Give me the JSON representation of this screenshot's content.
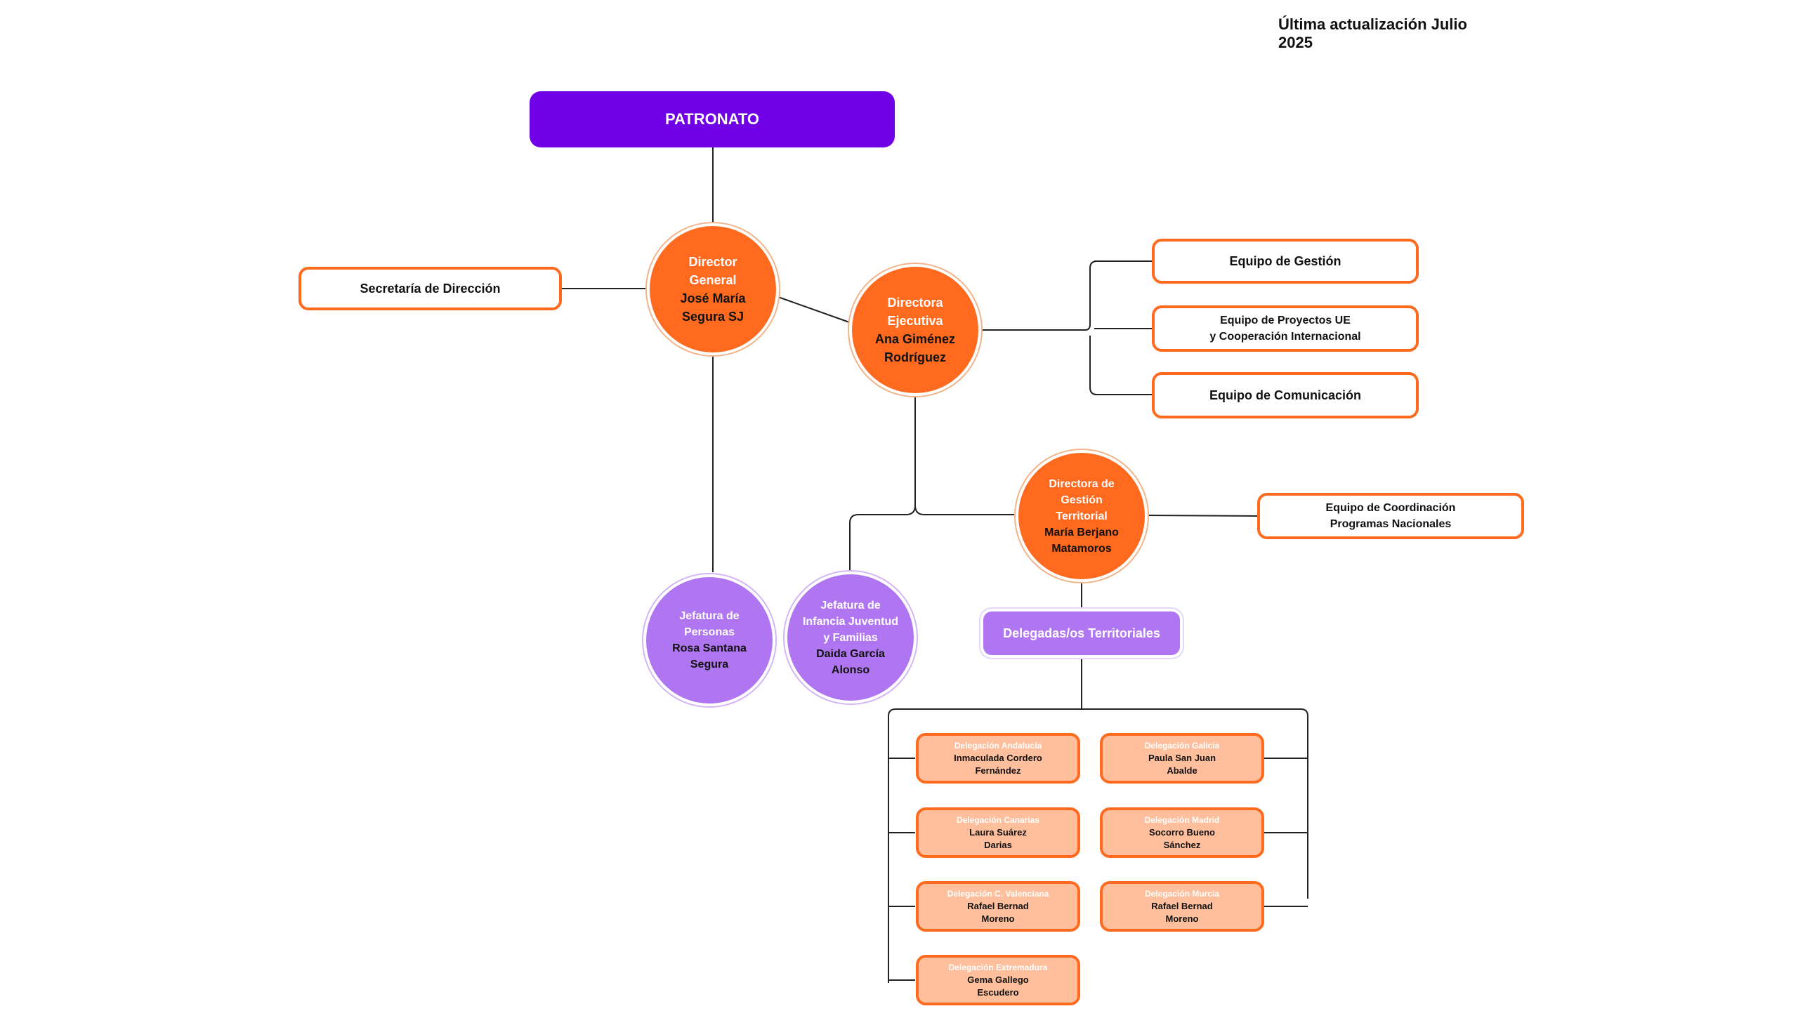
{
  "updated": "Última actualización Julio 2025",
  "patronato": "PATRONATO",
  "director_general": {
    "role": [
      "Director",
      "General"
    ],
    "name": [
      "José María",
      "Segura SJ"
    ]
  },
  "secretaria": "Secretaría de Dirección",
  "directora_ejecutiva": {
    "role": [
      "Directora",
      "Ejecutiva"
    ],
    "name": [
      "Ana Giménez",
      "Rodríguez"
    ]
  },
  "equipos": {
    "gestion": "Equipo de Gestión",
    "proyectos": [
      "Equipo de Proyectos UE",
      "y Cooperación Internacional"
    ],
    "comunicacion": "Equipo de Comunicación",
    "coordinacion": [
      "Equipo de Coordinación",
      "Programas Nacionales"
    ]
  },
  "directora_territorial": {
    "role": [
      "Directora de",
      "Gestión",
      "Territorial"
    ],
    "name": [
      "María Berjano",
      "Matamoros"
    ]
  },
  "jefatura_personas": {
    "role": [
      "Jefatura de",
      "Personas"
    ],
    "name": [
      "Rosa Santana",
      "Segura"
    ]
  },
  "jefatura_infancia": {
    "role": [
      "Jefatura de",
      "Infancia Juventud",
      "y Familias"
    ],
    "name": [
      "Daida García",
      "Alonso"
    ]
  },
  "delegadas": "Delegadas/os Territoriales",
  "delegaciones": [
    {
      "region": "Delegación Andalucía",
      "name": [
        "Inmaculada Cordero",
        "Fernández"
      ]
    },
    {
      "region": "Delegación Galicia",
      "name": [
        "Paula San Juan",
        "Abalde"
      ]
    },
    {
      "region": "Delegación Canarias",
      "name": [
        "Laura Suárez",
        "Darias"
      ]
    },
    {
      "region": "Delegación Madrid",
      "name": [
        "Socorro Bueno",
        "Sánchez"
      ]
    },
    {
      "region": "Delegación C. Valenciana",
      "name": [
        "Rafael Bernad",
        "Moreno"
      ]
    },
    {
      "region": "Delegación Murcia",
      "name": [
        "Rafael Bernad",
        "Moreno"
      ]
    },
    {
      "region": "Delegación Extremadura",
      "name": [
        "Gema Gallego",
        "Escudero"
      ]
    }
  ],
  "colors": {
    "accent_orange": "#ff6a1f",
    "purple": "#b075f0",
    "patronato": "#7000e6",
    "delegation_fill": "#ffbf9d"
  }
}
